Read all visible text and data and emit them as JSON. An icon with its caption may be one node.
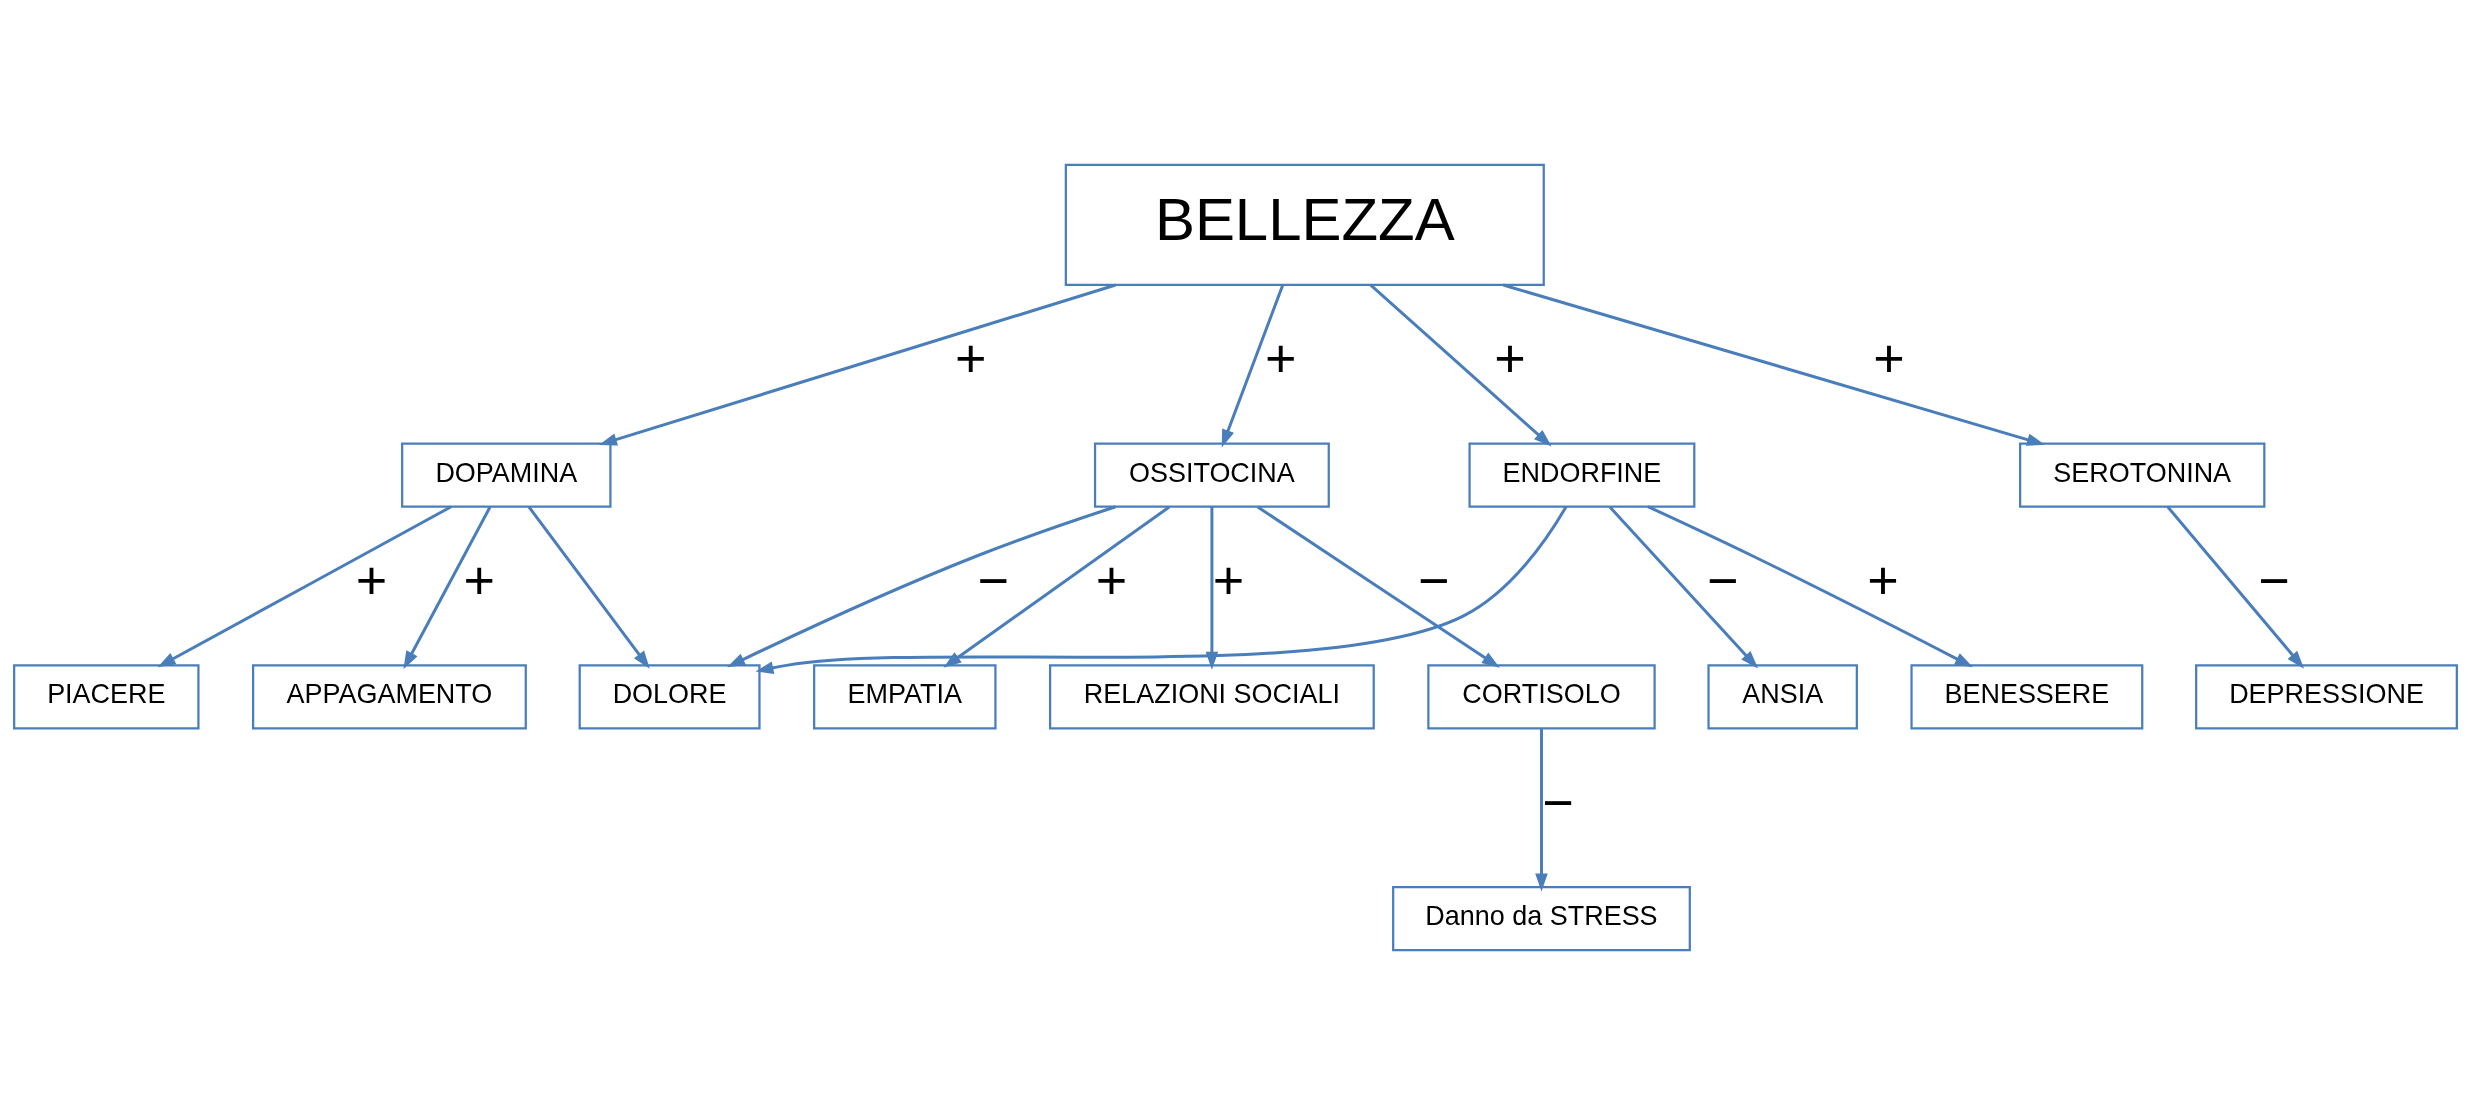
{
  "diagram": {
    "nodes": [
      {
        "text": [
          "BELLEZZA"
        ]
      },
      {
        "text": [
          "DOPAMINA"
        ]
      },
      {
        "text": [
          "OSSITOCINA"
        ]
      },
      {
        "text": [
          "ENDORFINE"
        ]
      },
      {
        "text": [
          "SEROTONINA"
        ]
      },
      {
        "text": [
          "PIACERE"
        ]
      },
      {
        "text": [
          "APPAGAMENTO"
        ]
      },
      {
        "text": [
          "EMPATIA"
        ]
      },
      {
        "text": [
          "RELAZIONI SOCIALI"
        ]
      },
      {
        "text": [
          "BENESSERE"
        ]
      },
      {
        "text": [
          "DOLORE"
        ]
      },
      {
        "text": [
          "CORTISOLO"
        ]
      },
      {
        "text": [
          "ANSIA"
        ]
      },
      {
        "text": [
          "DEPRESSIONE"
        ]
      },
      {
        "text": [
          "Danno da STRESS"
        ]
      }
    ],
    "edges": [
      {
        "from": 0,
        "to": 1,
        "arrow": "to",
        "label": "+"
      },
      {
        "from": 0,
        "to": 2,
        "arrow": "to",
        "label": "+"
      },
      {
        "from": 0,
        "to": 3,
        "arrow": "to",
        "label": "+"
      },
      {
        "from": 0,
        "to": 4,
        "arrow": "to",
        "label": "+"
      },
      {
        "from": 1,
        "to": 5,
        "arrow": "to",
        "label": "+"
      },
      {
        "from": 1,
        "to": 6,
        "arrow": "to",
        "label": "+"
      },
      {
        "from": 1,
        "to": 10,
        "arrow": "to"
      },
      {
        "from": 2,
        "to": 10,
        "arrow": "to",
        "label": "−"
      },
      {
        "from": 2,
        "to": 7,
        "arrow": "to",
        "label": "+"
      },
      {
        "from": 2,
        "to": 8,
        "arrow": "to",
        "label": "+"
      },
      {
        "from": 2,
        "to": 11,
        "arrow": "to",
        "label": "−"
      },
      {
        "from": 3,
        "to": 10,
        "arrow": "to"
      },
      {
        "from": 3,
        "to": 12,
        "arrow": "to",
        "label": "−"
      },
      {
        "from": 3,
        "to": 9,
        "arrow": "to",
        "label": "+"
      },
      {
        "from": 4,
        "to": 13,
        "arrow": "to",
        "label": "−"
      },
      {
        "from": 11,
        "to": 14,
        "arrow": "to",
        "label": "−"
      }
    ]
  }
}
